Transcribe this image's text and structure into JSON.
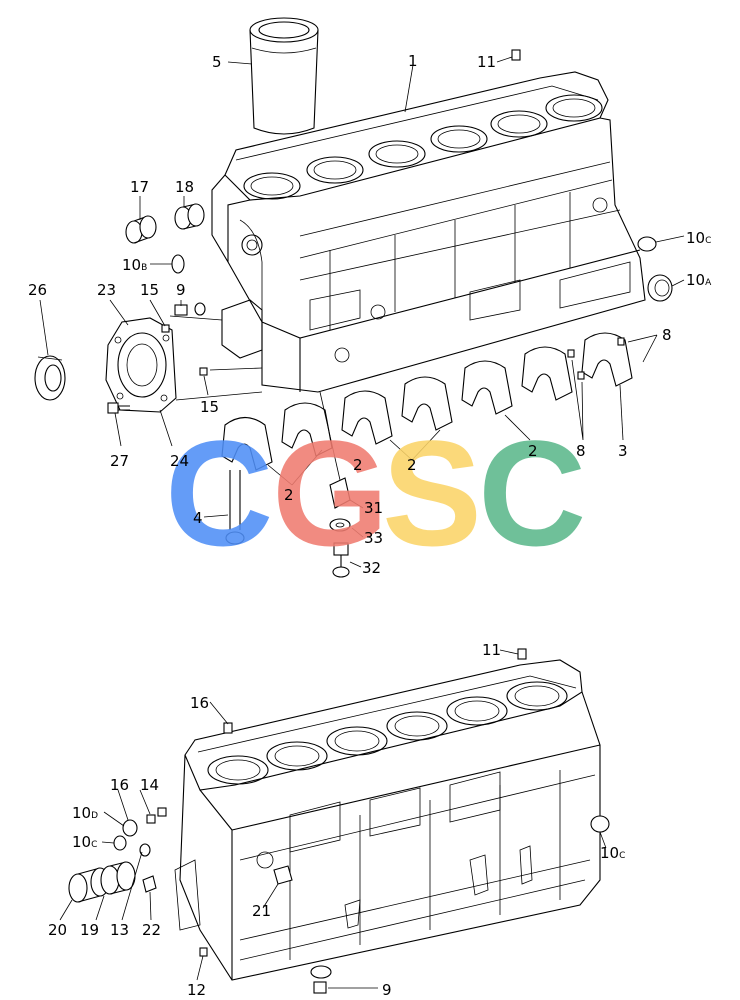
{
  "watermark": {
    "letters": [
      "C",
      "G",
      "S",
      "C"
    ],
    "colors": [
      "#4f8ff7",
      "#f07c70",
      "#fbd468",
      "#5cb88c"
    ]
  },
  "callouts": {
    "c1": "1",
    "c2a": "2",
    "c2b": "2",
    "c2c": "2",
    "c2d": "2",
    "c3": "3",
    "c4": "4",
    "c5": "5",
    "c8a": "8",
    "c8b": "8",
    "c9a": "9",
    "c9b": "9",
    "c10a": "10",
    "c10a_s": "A",
    "c10c1": "10",
    "c10c1_s": "C",
    "c10b": "10",
    "c10b_s": "B",
    "c10d": "10",
    "c10d_s": "D",
    "c10c2": "10",
    "c10c2_s": "C",
    "c10c3": "10",
    "c10c3_s": "C",
    "c11a": "11",
    "c11b": "11",
    "c12": "12",
    "c13": "13",
    "c14": "14",
    "c15a": "15",
    "c15b": "15",
    "c16a": "16",
    "c16b": "16",
    "c17": "17",
    "c18": "18",
    "c19": "19",
    "c20": "20",
    "c21": "21",
    "c22": "22",
    "c23": "23",
    "c24": "24",
    "c26": "26",
    "c27": "27",
    "c31": "31",
    "c32": "32",
    "c33": "33"
  }
}
